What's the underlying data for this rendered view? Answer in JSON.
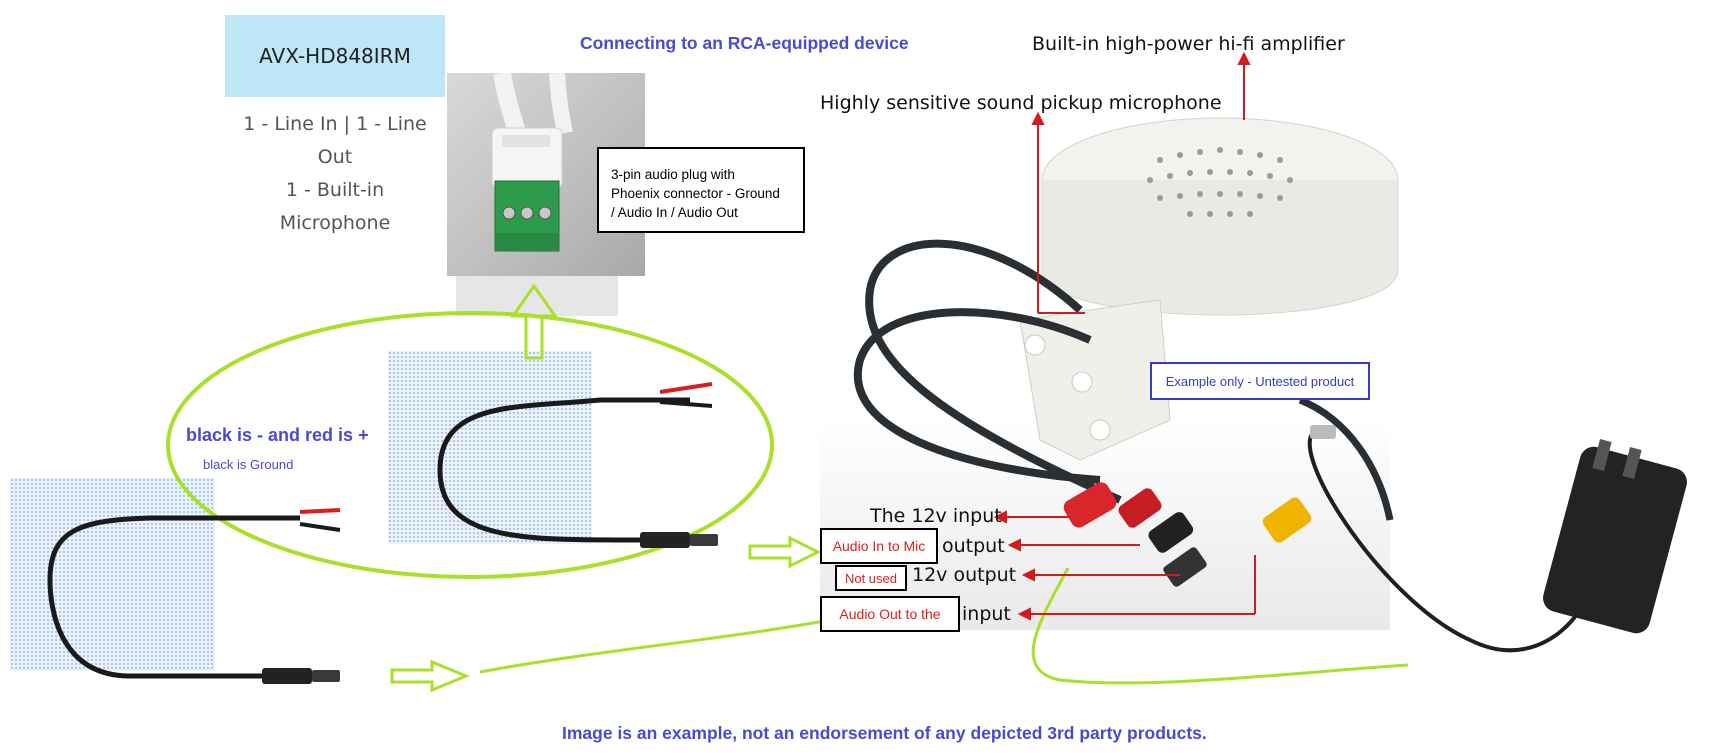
{
  "model": {
    "name": "AVX-HD848IRM",
    "features": [
      "1 - Line In | 1 - Line",
      "Out",
      "1 - Built-in",
      "Microphone"
    ]
  },
  "headings": {
    "connecting": "Connecting to an RCA-equipped device",
    "disclaimer": "Image is an example, not an endorsement of any depicted 3rd party products."
  },
  "callout": {
    "line1": "3-pin audio plug with",
    "line2": "Phoenix connector  - Ground",
    "line3": "/ Audio In / Audio Out"
  },
  "wire_note": {
    "main": "black is - and red is +",
    "sub": "black is Ground"
  },
  "speaker": {
    "amp_label": "Built-in high-power hi-fi amplifier",
    "mic_label": "Highly sensitive sound pickup microphone",
    "input_12v": "The 12v input",
    "output1": "output",
    "output2": "12v output",
    "input2": "input"
  },
  "labels": {
    "audio_in": "Audio In to Mic",
    "not_used": "Not used",
    "audio_out": "Audio Out to the",
    "example": "Example only - Untested product"
  },
  "colors": {
    "heading_blue": "#4a4ad0",
    "lime": "#a8e02a",
    "label_red": "#e0201a"
  }
}
